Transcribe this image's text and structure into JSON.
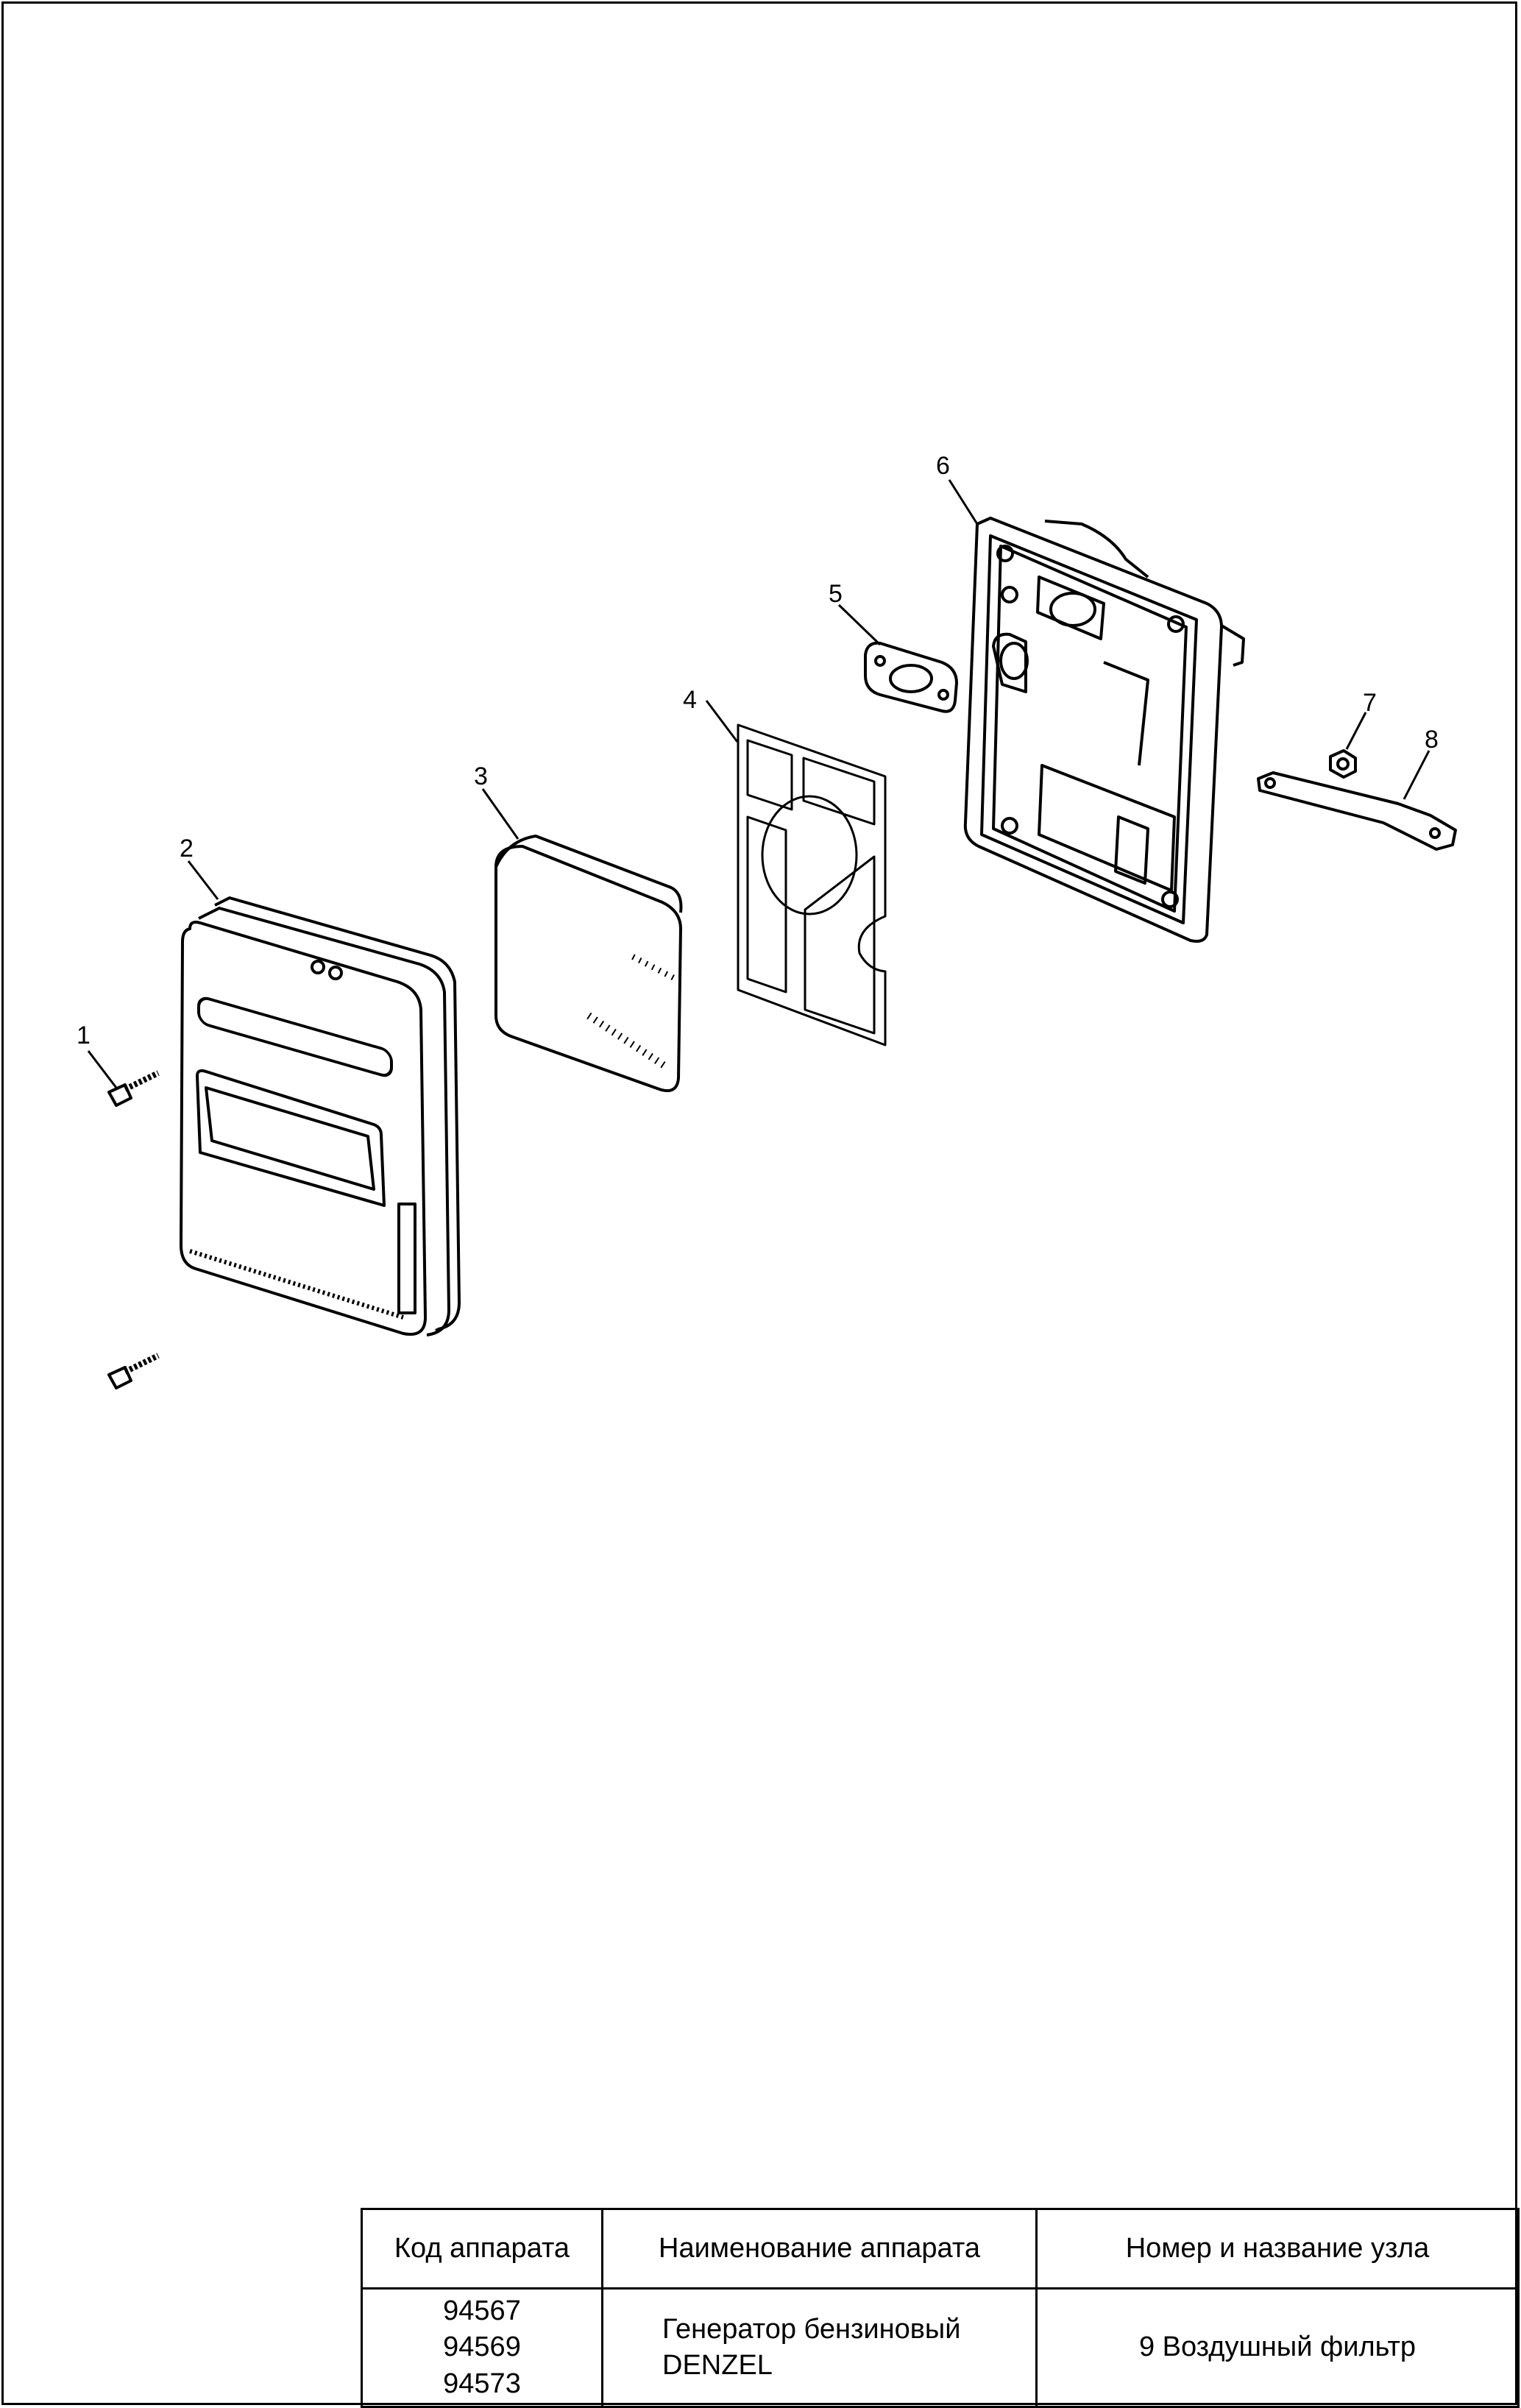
{
  "callouts": {
    "c1": "1",
    "c2": "2",
    "c3": "3",
    "c4": "4",
    "c5": "5",
    "c6": "6",
    "c7": "7",
    "c8": "8"
  },
  "table": {
    "headers": [
      "Код аппарата",
      "Наименование аппарата",
      "Номер и название узла"
    ],
    "codes": [
      "94567",
      "94569",
      "94573"
    ],
    "device_name": [
      "Генератор бензиновый",
      "DENZEL"
    ],
    "unit": "9 Воздушный фильтр"
  }
}
